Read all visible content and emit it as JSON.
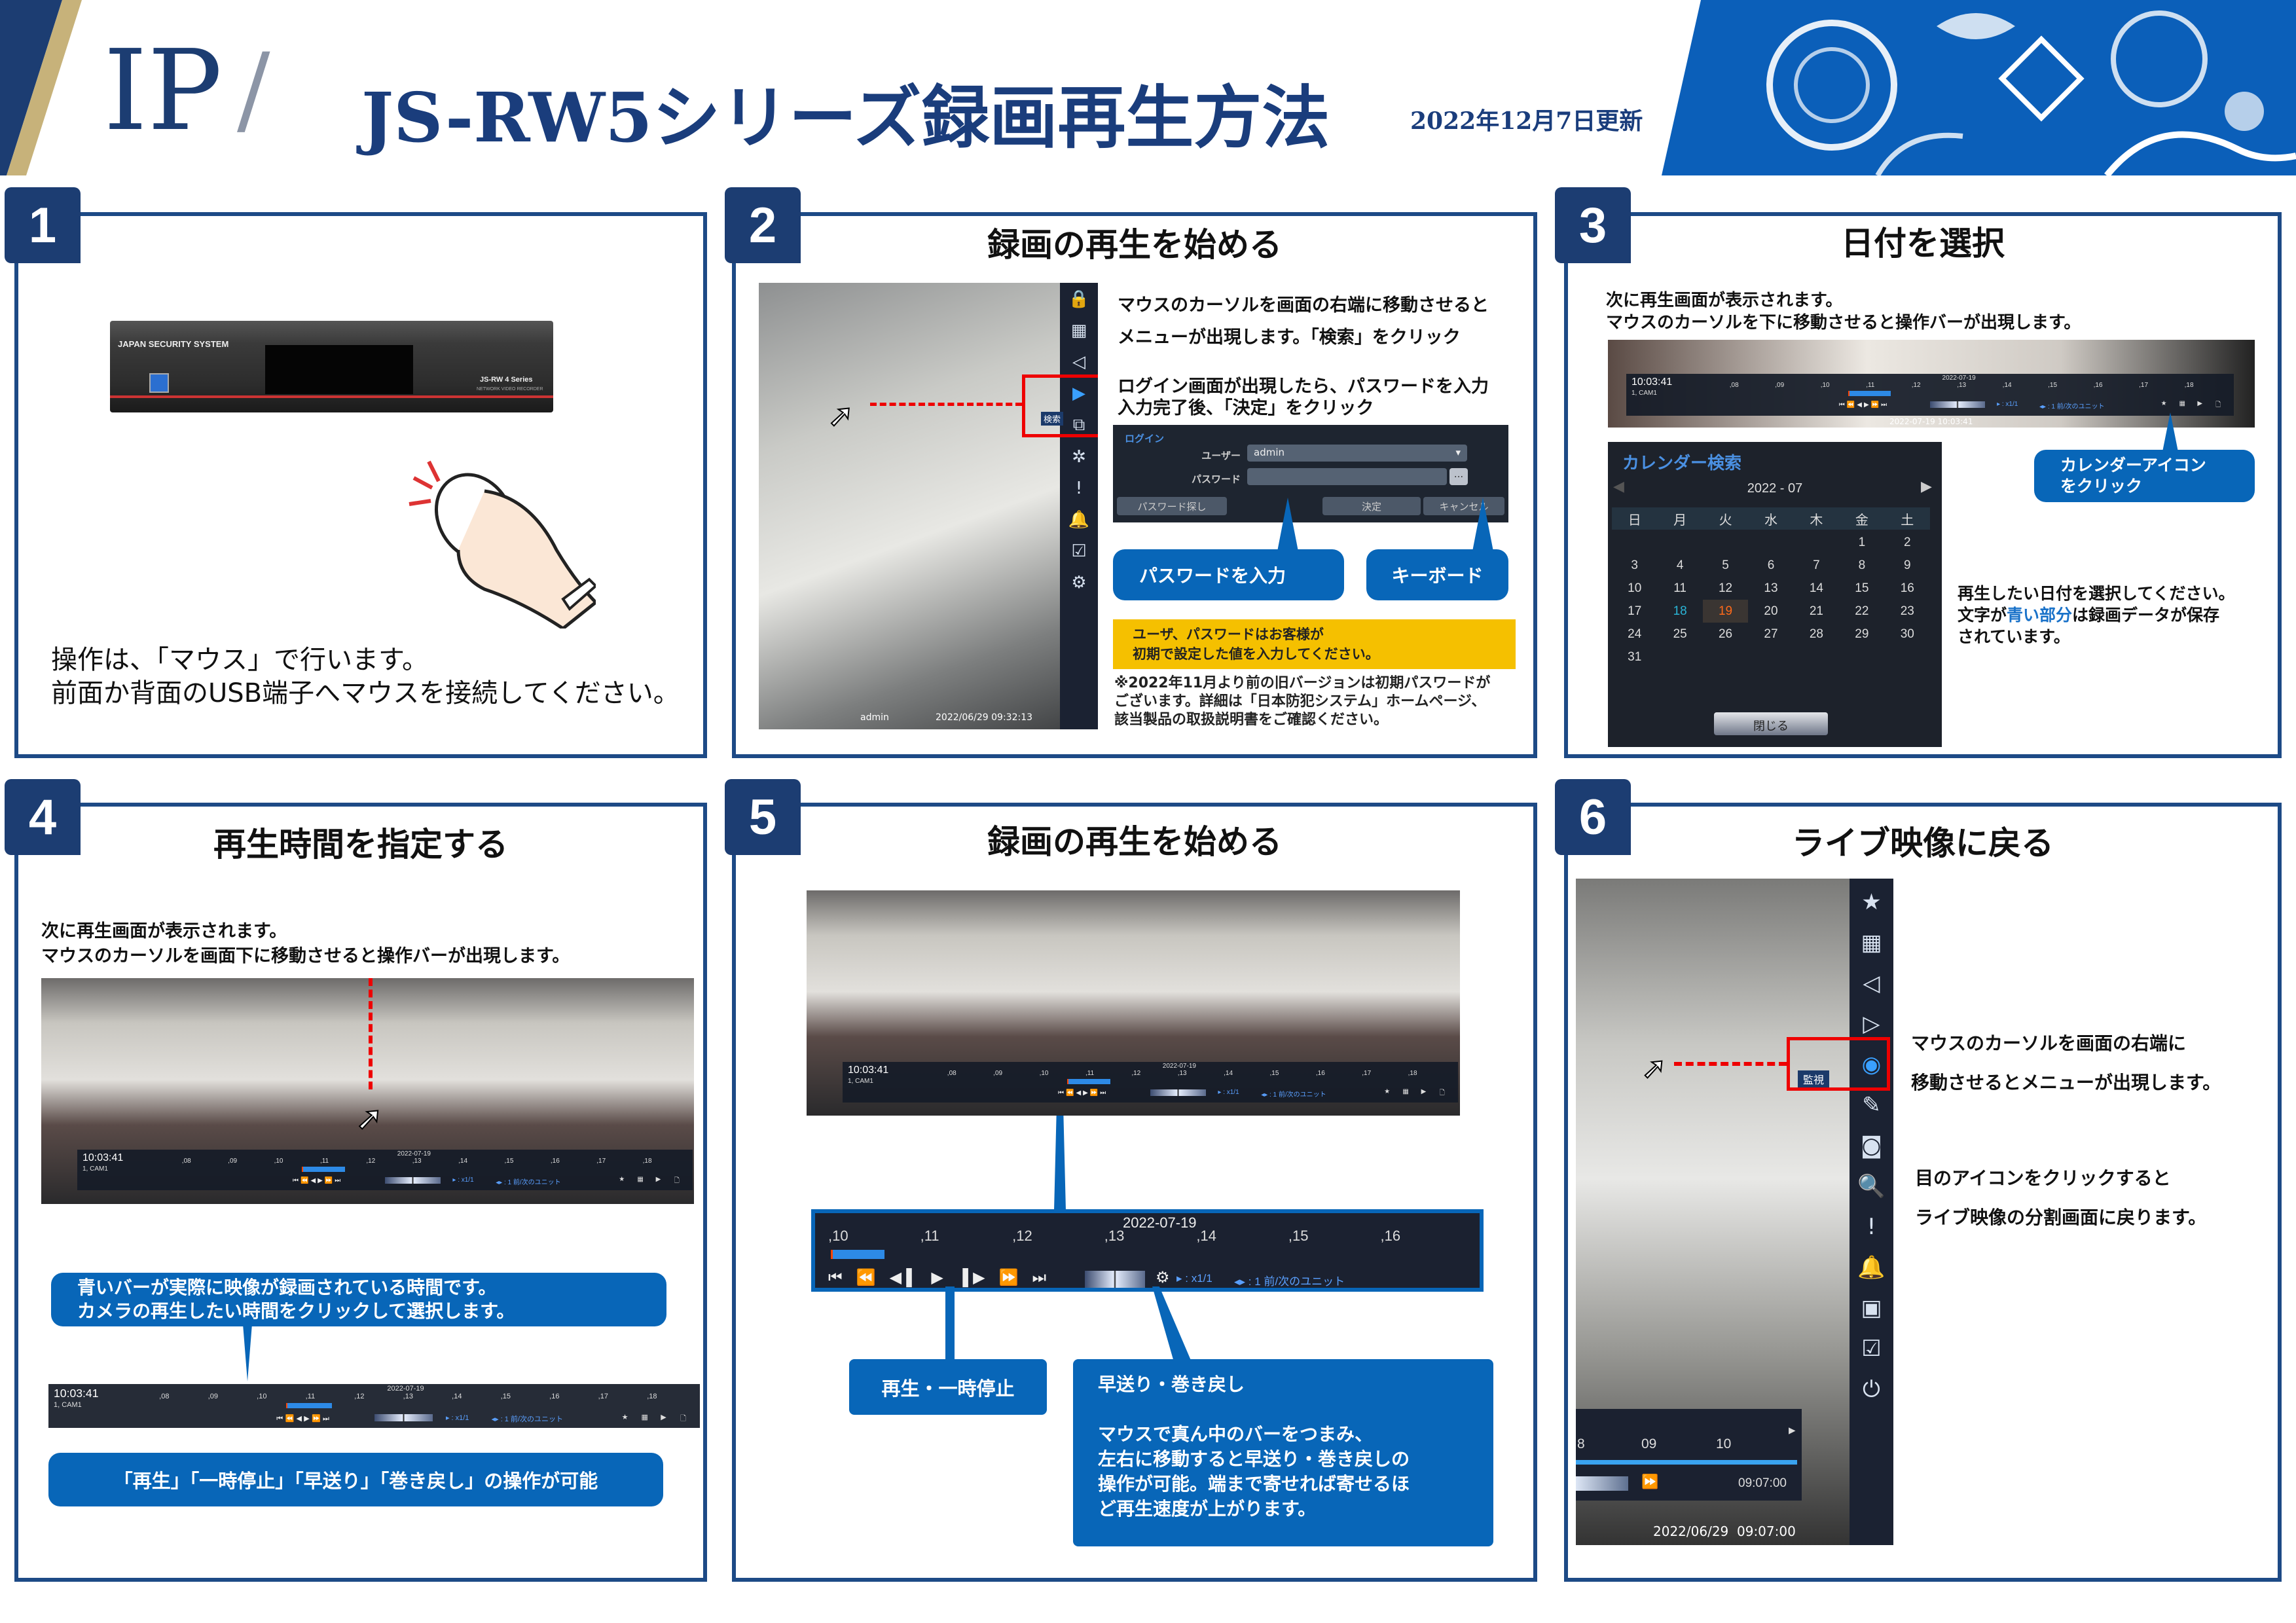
{
  "header": {
    "logo": "IP",
    "slash": "/",
    "title": "JS-RW5シリーズ録画再生方法",
    "date": "2022年12月7日更新"
  },
  "colors": {
    "navy": "#1d4a86",
    "callout": "#0866b8",
    "yellow": "#f5c000",
    "title": "#1a3d7c"
  },
  "p1": {
    "num": "1",
    "device_brand": "JAPAN SECURITY SYSTEM",
    "device_model": "JS-RW 4 Series",
    "device_sub": "NETWORK VIDEO RECORDER",
    "line1": "操作は、「マウス」で行います。",
    "line2": "前面か背面のUSB端子へマウスを接続してください。"
  },
  "p2": {
    "num": "2",
    "title": "録画の再生を始める",
    "menu_label": "検索",
    "shot_user": "admin",
    "shot_time": "2022/06/29 09:32:13",
    "text1": "マウスのカーソルを画面の右端に移動させると",
    "text2": "メニューが出現します。「検索」をクリック",
    "text3": "ログイン画面が出現したら、パスワードを入力",
    "text4": "入力完了後、「決定」をクリック",
    "login": {
      "title": "ログイン",
      "user_label": "ユーザー",
      "user_value": "admin",
      "pw_label": "パスワード",
      "kb": "...",
      "forgot": "パスワード探し",
      "ok": "決定",
      "cancel": "キャンセル"
    },
    "callout_pw": "パスワードを入力",
    "callout_kb": "キーボード",
    "warn1": "ユーザ、パスワードはお客様が",
    "warn2": "初期で設定した値を入力してください。",
    "note1": "※2022年11月より前の旧バージョンは初期パスワードが",
    "note2": "ございます。詳細は「日本防犯システム」ホームページ、",
    "note3": "該当製品の取扱説明書をご確認ください。"
  },
  "bar": {
    "time": "10:03:41",
    "cam": "1, CAM1",
    "date": "2022-07-19",
    "ticks": [
      ",08",
      ",09",
      ",10",
      ",11",
      ",12",
      ",13",
      ",14",
      ",15",
      ",16",
      ",17",
      ",18"
    ],
    "speed": "▸ : x1/1",
    "unit": "◂▸ : 1 前/次のユニット",
    "osd": "2022-07-19 10:03:41"
  },
  "p3": {
    "num": "3",
    "title": "日付を選択",
    "text1": "次に再生画面が表示されます。",
    "text2": "マウスのカーソルを下に移動させると操作バーが出現します。",
    "cal": {
      "title": "カレンダー検索",
      "month": "2022 - 07",
      "weekdays": [
        "日",
        "月",
        "火",
        "水",
        "木",
        "金",
        "土"
      ],
      "lead_blank": 5,
      "days": 31,
      "recorded": [
        18
      ],
      "selected": 19,
      "close": "閉じる"
    },
    "callout1": "カレンダーアイコン",
    "callout2": "をクリック",
    "right1": "再生したい日付を選択してください。",
    "right2a": "文字が",
    "right2b": "青い部分",
    "right2c": "は録画データが保存",
    "right3": "されています。"
  },
  "p4": {
    "num": "4",
    "title": "再生時間を指定する",
    "text1": "次に再生画面が表示されます。",
    "text2": "マウスのカーソルを画面下に移動させると操作バーが出現します。",
    "callout1a": "青いバーが実際に映像が録画されている時間です。",
    "callout1b": "カメラの再生したい時間をクリックして選択します。",
    "callout2": "「再生」「一時停止」「早送り」「巻き戻し」の操作が可能"
  },
  "p5": {
    "num": "5",
    "title": "録画の再生を始める",
    "zoom_ticks": [
      ",10",
      ",11",
      ",12",
      ",13",
      ",14",
      ",15",
      ",16"
    ],
    "callout_play": "再生・一時停止",
    "callout_ff_title": "早送り・巻き戻し",
    "callout_ff1": "マウスで真ん中のバーをつまみ、",
    "callout_ff2": "左右に移動すると早送り・巻き戻しの",
    "callout_ff3": "操作が可能。端まで寄せれば寄せるほ",
    "callout_ff4": "ど再生速度が上がります。"
  },
  "p6": {
    "num": "6",
    "title": "ライブ映像に戻る",
    "menu_label": "監視",
    "tick1": "8",
    "tick2": "09",
    "tick3": "10",
    "time": "09:07:00",
    "osd": "2022/06/29  09:07:00",
    "text1": "マウスのカーソルを画面の右端に",
    "text2": "移動させるとメニューが出現します。",
    "text3": "目のアイコンをクリックすると",
    "text4": "ライブ映像の分割画面に戻ります。"
  }
}
